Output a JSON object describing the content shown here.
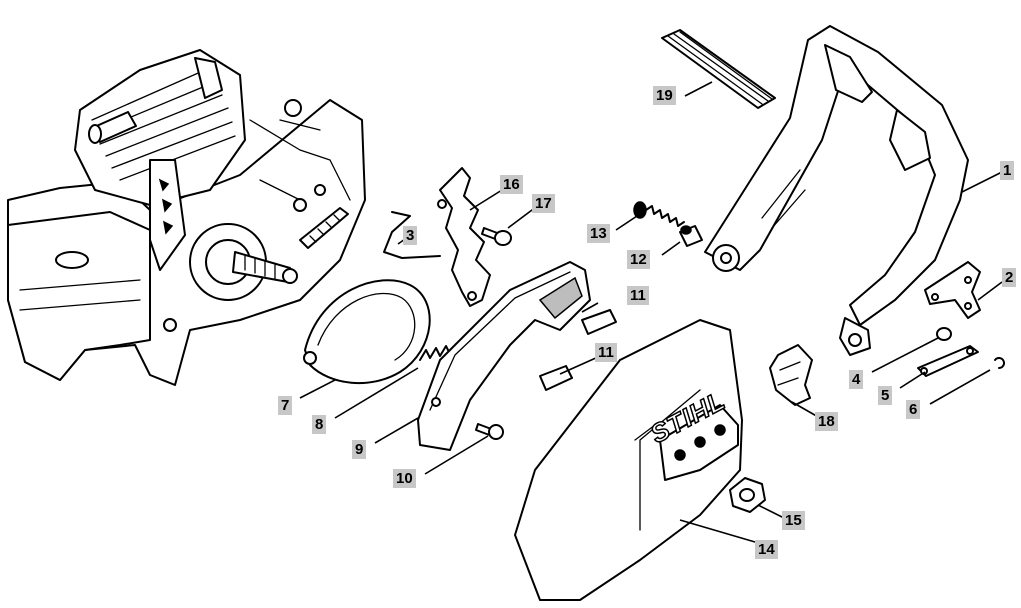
{
  "brand_logo": "STIHL",
  "labels": [
    {
      "id": "1",
      "text": "1"
    },
    {
      "id": "2",
      "text": "2"
    },
    {
      "id": "3",
      "text": "3"
    },
    {
      "id": "4",
      "text": "4"
    },
    {
      "id": "5",
      "text": "5"
    },
    {
      "id": "6",
      "text": "6"
    },
    {
      "id": "7",
      "text": "7"
    },
    {
      "id": "8",
      "text": "8"
    },
    {
      "id": "9",
      "text": "9"
    },
    {
      "id": "10",
      "text": "10"
    },
    {
      "id": "11a",
      "text": "11"
    },
    {
      "id": "11b",
      "text": "11"
    },
    {
      "id": "12",
      "text": "12"
    },
    {
      "id": "13",
      "text": "13"
    },
    {
      "id": "14",
      "text": "14"
    },
    {
      "id": "15",
      "text": "15"
    },
    {
      "id": "16",
      "text": "16"
    },
    {
      "id": "17",
      "text": "17"
    },
    {
      "id": "18",
      "text": "18"
    },
    {
      "id": "19",
      "text": "19"
    }
  ]
}
